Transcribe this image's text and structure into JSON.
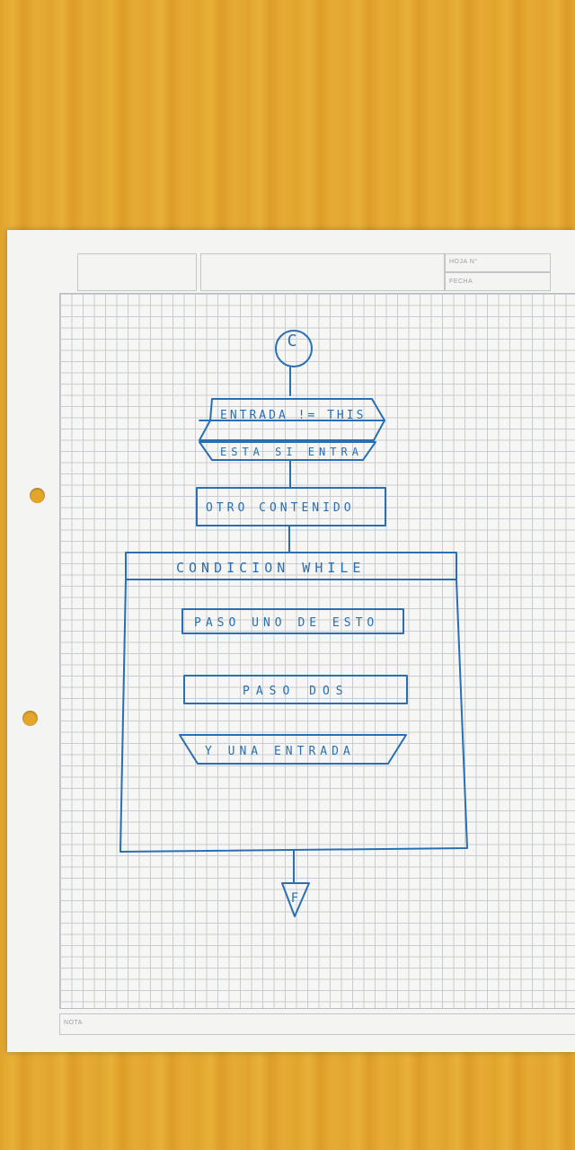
{
  "sheet": {
    "header_labels": {
      "hoja": "HOJA N°",
      "fecha": "FECHA"
    },
    "footer_label": "NOTA"
  },
  "flowchart": {
    "start_connector": "C",
    "input_1": "ENTRADA != THIS",
    "input_2": "ESTA SI ENTRA",
    "process_1": "OTRO CONTENIDO",
    "loop_condition": "CONDICION WHILE",
    "loop_step_1": "PASO UNO DE ESTO",
    "loop_step_2": "PASO DOS",
    "loop_input": "Y UNA ENTRADA",
    "end_connector": "F"
  },
  "colors": {
    "ink": "#2a6fb3",
    "table": "#e0a42c",
    "paper": "#f4f4f2",
    "grid": "#c9cdd1"
  }
}
